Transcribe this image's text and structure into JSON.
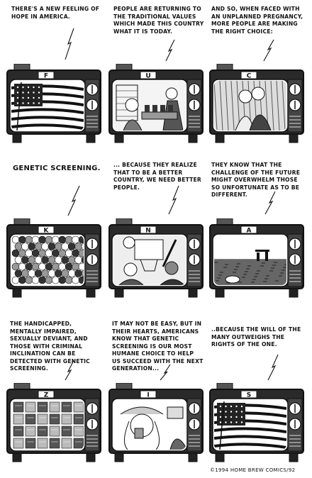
{
  "panels": [
    {
      "caption": "There's a new feeling of hope in America.",
      "channel": "F",
      "scene": "flag"
    },
    {
      "caption": "People are returning to the traditional values which made this country what it is today.",
      "channel": "U",
      "scene": "family"
    },
    {
      "caption": "And so, when faced with an unplanned pregnancy, more people are making the right choice:",
      "channel": "C",
      "scene": "couple"
    },
    {
      "caption": "Genetic screening.",
      "channel": "K",
      "scene": "cells"
    },
    {
      "caption": "... because they realize that to be a better country, we need better people.",
      "channel": "N",
      "scene": "basketball"
    },
    {
      "caption": "They know that the challenge of the future might overwhelm those so unfortunate as to be different.",
      "channel": "A",
      "scene": "landscape"
    },
    {
      "caption": "The handicapped, mentally impaired, sexually deviant, and those with criminal inclination can be detected with genetic screening.",
      "channel": "Z",
      "scene": "grid"
    },
    {
      "caption": "It may not be easy, but in their hearts, Americans know that genetic screening is our most humane choice to help us succeed with the next generation...",
      "channel": "I",
      "scene": "crying"
    },
    {
      "caption": "..because the will of the many outweighs the rights of the one.",
      "channel": "S",
      "scene": "flag"
    }
  ],
  "copyright": "©1994 Home Brew Comics/92",
  "colors": {
    "ink": "#111111",
    "paper": "#ffffff"
  }
}
